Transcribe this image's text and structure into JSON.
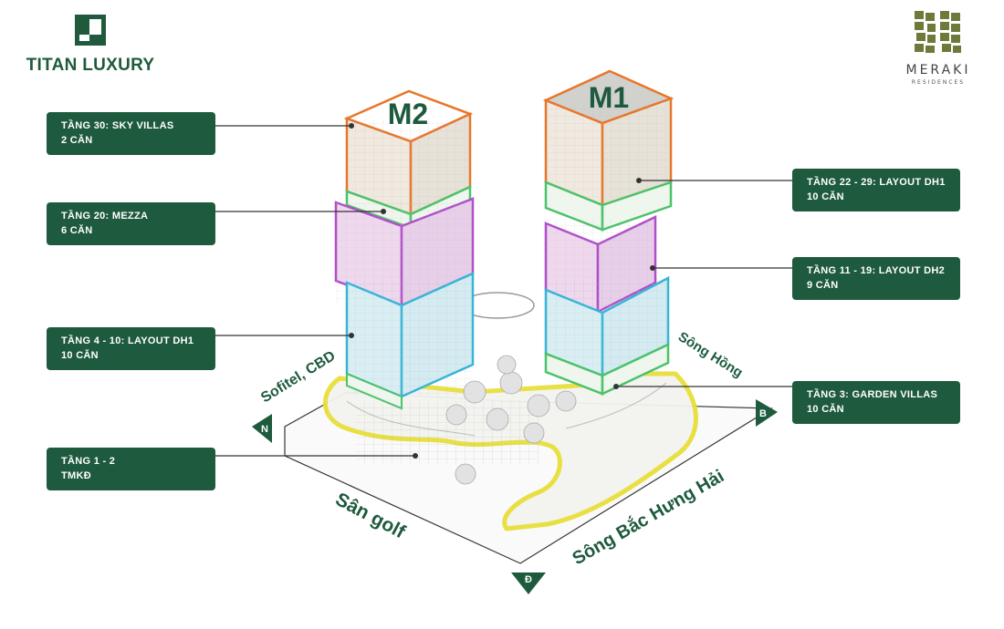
{
  "brand": {
    "titan": "TITAN LUXURY",
    "meraki": "MERAKI",
    "meraki_sub": "RESIDENCES"
  },
  "towers": {
    "m2": "M2",
    "m1": "M1"
  },
  "labels": {
    "m2_top": {
      "line1": "TẦNG 30: SKY VILLAS",
      "line2": "2 CĂN"
    },
    "m2_mezza": {
      "line1": "TẦNG 20: MEZZA",
      "line2": "6 CĂN"
    },
    "m2_low": {
      "line1": "TẦNG 4 - 10: LAYOUT DH1",
      "line2": "10 CĂN"
    },
    "podium": {
      "line1": "TẦNG 1 - 2",
      "line2": "TMKĐ"
    },
    "m1_top": {
      "line1": "TẦNG 22 - 29: LAYOUT DH1",
      "line2": "10 CĂN"
    },
    "m1_mid": {
      "line1": "TẦNG 11 - 19: LAYOUT DH2",
      "line2": "9 CĂN"
    },
    "m1_garden": {
      "line1": "TẦNG 3: GARDEN VILLAS",
      "line2": "10 CĂN"
    }
  },
  "directions": {
    "north": "N",
    "bac": "B",
    "dong": "Đ"
  },
  "surroundings": {
    "northwest": "Sofitel, CBD",
    "northeast": "Sông Hồng",
    "southwest": "Sân golf",
    "southeast": "Sông Bắc Hưng Hải"
  },
  "colors": {
    "brand_green": "#1e5a3d",
    "sky": "#e8762a",
    "mezza": "#b04fc9",
    "band": "#4cc26a",
    "low": "#36b5d6",
    "podium": "#e8df3a"
  }
}
